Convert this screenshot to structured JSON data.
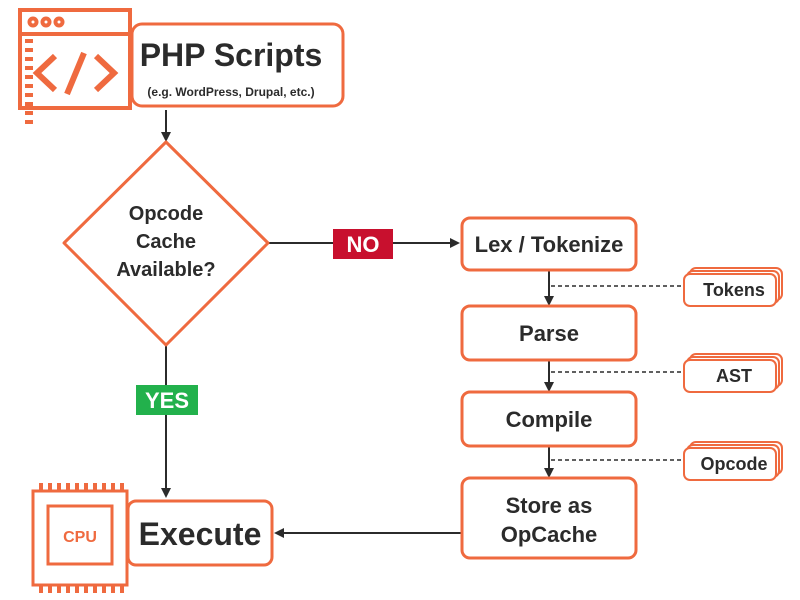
{
  "colors": {
    "accent": "#ef6a3f",
    "dark": "#2b2b2b",
    "no_badge": "#c8102e",
    "yes_badge": "#22b14c",
    "background": "#ffffff"
  },
  "source": {
    "title": "PHP Scripts",
    "subtitle": "(e.g. WordPress, Drupal, etc.)",
    "icon": "code-window-icon"
  },
  "decision": {
    "lines": [
      "Opcode",
      "Cache",
      "Available?"
    ]
  },
  "branches": {
    "no_label": "NO",
    "yes_label": "YES"
  },
  "steps": {
    "lex": "Lex / Tokenize",
    "parse": "Parse",
    "compile": "Compile",
    "store_lines": [
      "Store as",
      "OpCache"
    ]
  },
  "artifacts": {
    "tokens": "Tokens",
    "ast": "AST",
    "opcode": "Opcode"
  },
  "execute": {
    "label": "Execute",
    "chip_label": "CPU",
    "icon": "cpu-chip-icon"
  }
}
